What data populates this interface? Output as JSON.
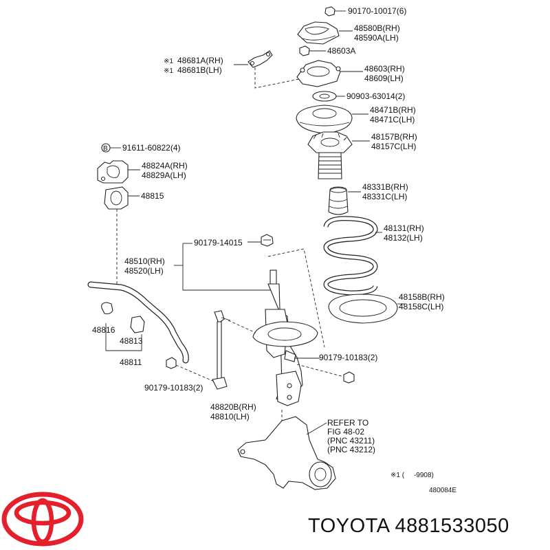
{
  "labels": {
    "p1": "90170-10017(6)",
    "p2a": "48580B(RH)",
    "p2b": "48590A(LH)",
    "p3": "48603A",
    "p4a": "48681A(RH)",
    "p4b": "48681B(LH)",
    "p4mark": "※1",
    "p5a": "48603(RH)",
    "p5b": "48609(LH)",
    "p6": "90903-63014(2)",
    "p7a": "48471B(RH)",
    "p7b": "48471C(LH)",
    "p8a": "48157B(RH)",
    "p8b": "48157C(LH)",
    "p9b": "B",
    "p9": "91611-60822(4)",
    "p10a": "48824A(RH)",
    "p10b": "48829A(LH)",
    "p11": "48815",
    "p12a": "48331B(RH)",
    "p12b": "48331C(LH)",
    "p13a": "48131(RH)",
    "p13b": "48132(LH)",
    "p14": "90179-14015",
    "p15a": "48510(RH)",
    "p15b": "48520(LH)",
    "p16a": "48158B(RH)",
    "p16b": "48158C(LH)",
    "p17": "48816",
    "p18": "48813",
    "p19": "48811",
    "p20": "90179-10183(2)",
    "p21": "90179-10183(2)",
    "p22a": "48820B(RH)",
    "p22b": "48810(LH)",
    "ref1": "REFER TO",
    "ref2": "FIG 48-02",
    "ref3": "(PNC 43211)",
    "ref4": "(PNC 43212)",
    "note": "※1 (     -9908)",
    "figno": "480084E",
    "brand": "TOYOTA 4881533050"
  },
  "colors": {
    "logo": "#e3202b",
    "ink": "#222222"
  },
  "icons": {
    "logo": "toyota-logo-icon"
  }
}
